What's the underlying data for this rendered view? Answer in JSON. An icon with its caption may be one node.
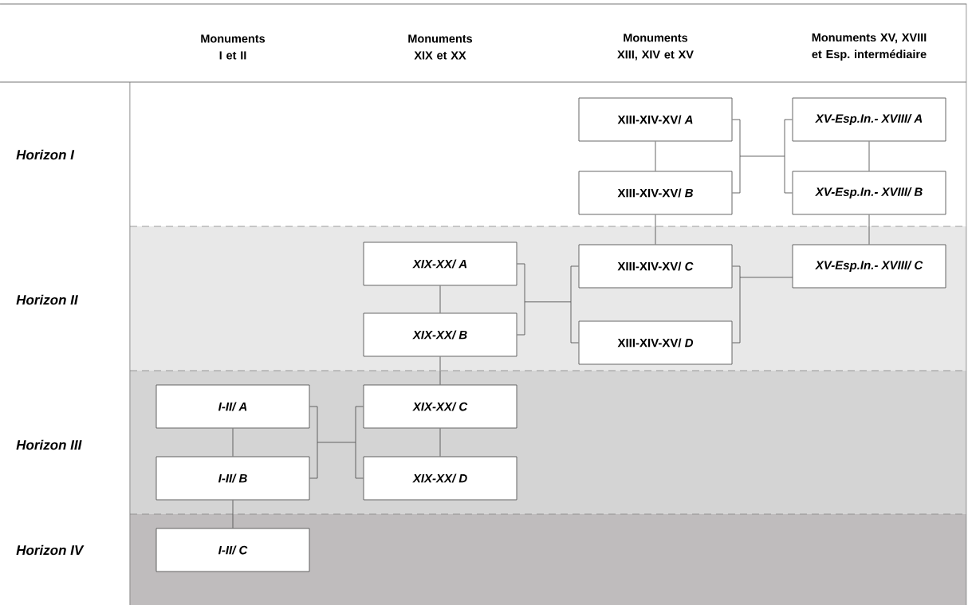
{
  "diagram": {
    "nodes": [
      {
        "text": [
          "XIII-XIV-XV/ *A*"
        ]
      },
      {
        "text": [
          "XV-Esp.In.- XVIII/ A"
        ]
      },
      {
        "text": [
          "XIII-XIV-XV/ *B*"
        ]
      },
      {
        "text": [
          "XV-Esp.In.- XVIII/ B"
        ]
      },
      {
        "text": [
          "XIX-XX/ A"
        ]
      },
      {
        "text": [
          "XIII-XIV-XV/ *C*"
        ]
      },
      {
        "text": [
          "XV-Esp.In.- XVIII/ C"
        ]
      },
      {
        "text": [
          "XIX-XX/ B"
        ]
      },
      {
        "text": [
          "XIII-XIV-XV/ *D*"
        ]
      },
      {
        "text": [
          "I-II/ A"
        ]
      },
      {
        "text": [
          "XIX-XX/ C"
        ]
      },
      {
        "text": [
          "I-II/ B"
        ]
      },
      {
        "text": [
          "XIX-XX/ D"
        ]
      },
      {
        "text": [
          "I-II/ C"
        ]
      }
    ],
    "edges": [
      {
        "from": 0,
        "to": 2,
        "arrow": "none"
      },
      {
        "from": 0,
        "to": 1,
        "arrow": "none"
      },
      {
        "from": 0,
        "to": 3,
        "arrow": "none"
      },
      {
        "from": 2,
        "to": 1,
        "arrow": "none"
      },
      {
        "from": 2,
        "to": 3,
        "arrow": "none"
      },
      {
        "from": 1,
        "to": 3,
        "arrow": "none"
      },
      {
        "from": 2,
        "to": 5,
        "arrow": "none"
      },
      {
        "from": 3,
        "to": 6,
        "arrow": "none"
      },
      {
        "from": 4,
        "to": 7,
        "arrow": "none"
      },
      {
        "from": 4,
        "to": 5,
        "arrow": "none"
      },
      {
        "from": 4,
        "to": 8,
        "arrow": "none"
      },
      {
        "from": 7,
        "to": 5,
        "arrow": "none"
      },
      {
        "from": 7,
        "to": 8,
        "arrow": "none"
      },
      {
        "from": 5,
        "to": 6,
        "arrow": "none"
      },
      {
        "from": 8,
        "to": 6,
        "arrow": "none"
      },
      {
        "from": 7,
        "to": 10,
        "arrow": "none"
      },
      {
        "from": 10,
        "to": 12,
        "arrow": "none"
      },
      {
        "from": 9,
        "to": 11,
        "arrow": "none"
      },
      {
        "from": 11,
        "to": 13,
        "arrow": "none"
      },
      {
        "from": 9,
        "to": 10,
        "arrow": "none"
      },
      {
        "from": 9,
        "to": 12,
        "arrow": "none"
      },
      {
        "from": 11,
        "to": 10,
        "arrow": "none"
      },
      {
        "from": 11,
        "to": 12,
        "arrow": "none"
      }
    ],
    "labels": [
      "Monuments I et II",
      "Monuments XIX et XX",
      "Monuments XIII, XIV et XV",
      "Monuments XV, XVIII et Esp. intermédiaire",
      "Horizon I",
      "Horizon II",
      "Horizon III",
      "Horizon IV"
    ]
  }
}
